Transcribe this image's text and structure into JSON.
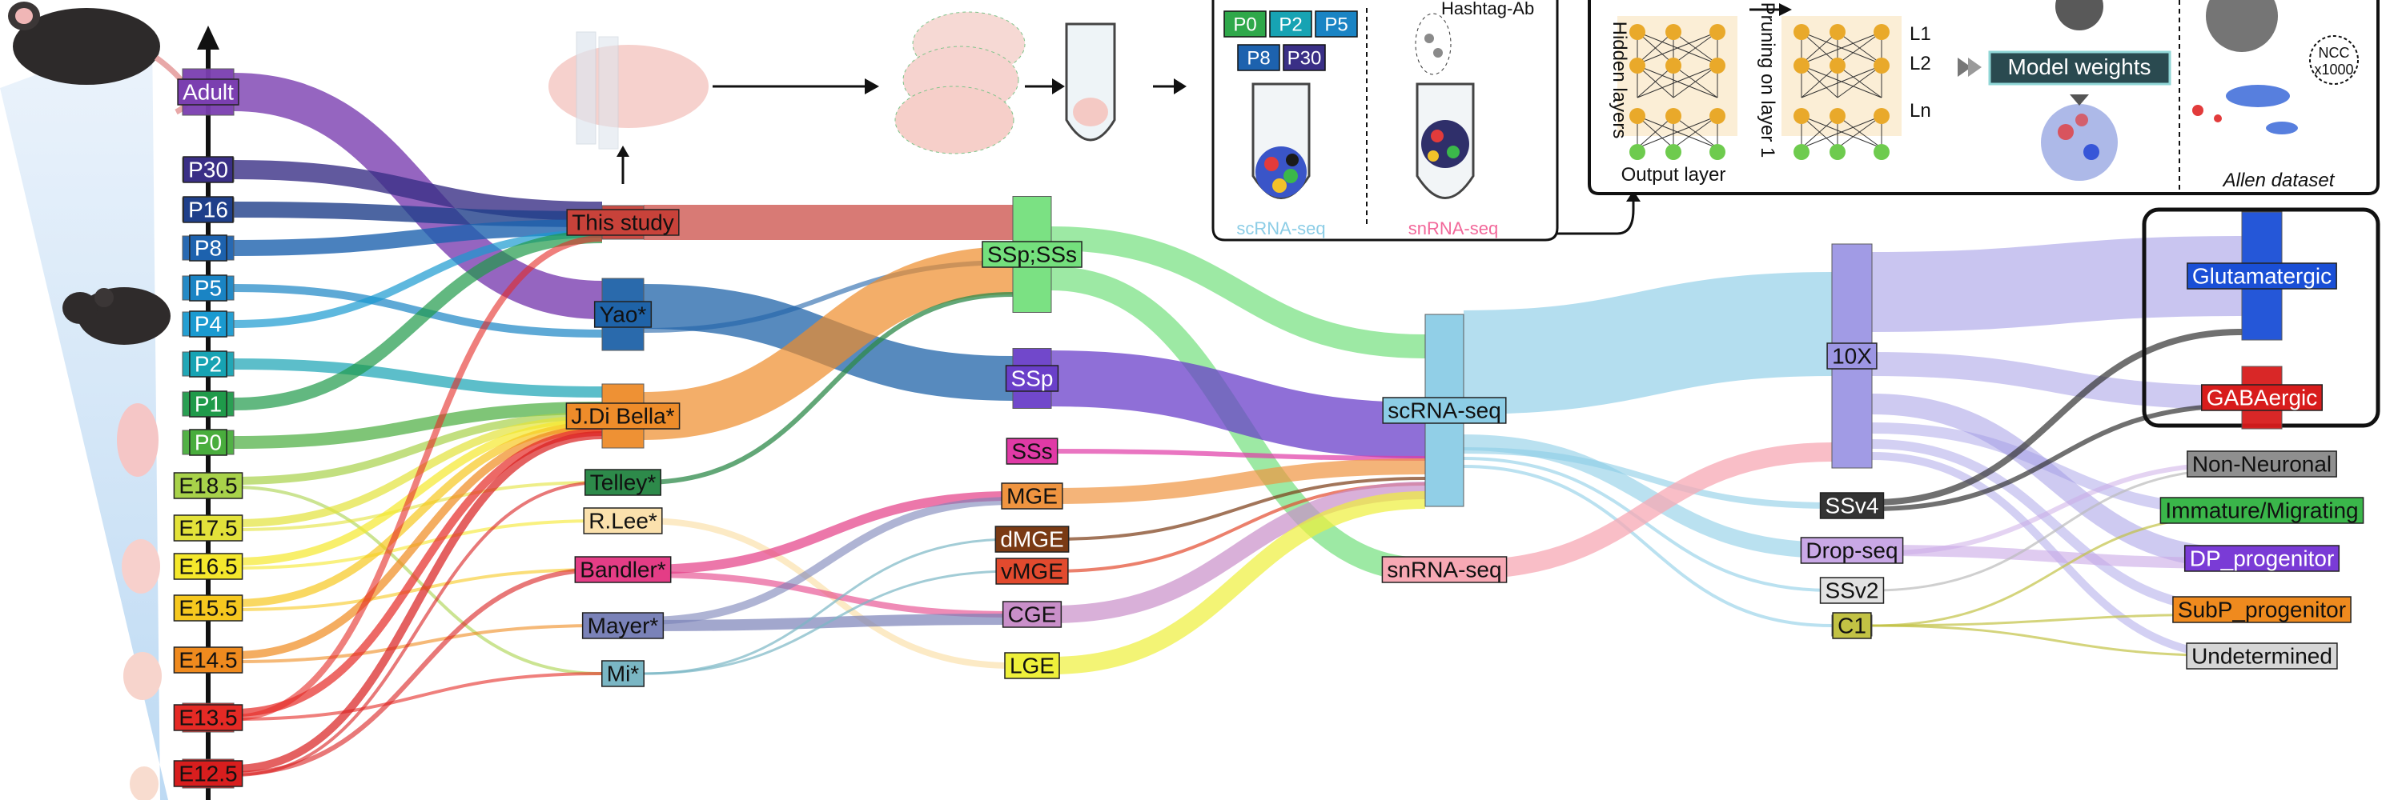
{
  "ages": [
    {
      "label": "Adult",
      "color": "#7b3fb0",
      "text": "#ffffff"
    },
    {
      "label": "P30",
      "color": "#3a2f86",
      "text": "#ffffff"
    },
    {
      "label": "P16",
      "color": "#1f3f8a",
      "text": "#ffffff"
    },
    {
      "label": "P8",
      "color": "#1d62ae",
      "text": "#ffffff"
    },
    {
      "label": "P5",
      "color": "#1a84c4",
      "text": "#ffffff"
    },
    {
      "label": "P4",
      "color": "#1a9ad0",
      "text": "#ffffff"
    },
    {
      "label": "P2",
      "color": "#17a3b3",
      "text": "#ffffff"
    },
    {
      "label": "P1",
      "color": "#1f9a4a",
      "text": "#ffffff"
    },
    {
      "label": "P0",
      "color": "#49ad3d",
      "text": "#ffffff"
    },
    {
      "label": "E18.5",
      "color": "#a8d24a",
      "text": "#111111"
    },
    {
      "label": "E17.5",
      "color": "#e3e23a",
      "text": "#111111"
    },
    {
      "label": "E16.5",
      "color": "#f5e82c",
      "text": "#111111"
    },
    {
      "label": "E15.5",
      "color": "#f6c81f",
      "text": "#111111"
    },
    {
      "label": "E14.5",
      "color": "#ef8a1e",
      "text": "#111111"
    },
    {
      "label": "E13.5",
      "color": "#e52a25",
      "text": "#111111"
    },
    {
      "label": "E12.5",
      "color": "#d81e1e",
      "text": "#111111"
    }
  ],
  "studies": [
    {
      "label": "This study",
      "color": "#c8423a",
      "text": "#111111"
    },
    {
      "label": "Yao*",
      "color": "#1f63a8",
      "text": "#111111"
    },
    {
      "label": "J.Di Bella*",
      "color": "#ee8c2a",
      "text": "#111111"
    },
    {
      "label": "Telley*",
      "color": "#2d8a4a",
      "text": "#111111"
    },
    {
      "label": "R.Lee*",
      "color": "#fbe1ad",
      "text": "#111111"
    },
    {
      "label": "Bandler*",
      "color": "#e43d86",
      "text": "#111111"
    },
    {
      "label": "Mayer*",
      "color": "#7a82b8",
      "text": "#111111"
    },
    {
      "label": "Mi*",
      "color": "#7ab6c4",
      "text": "#111111"
    }
  ],
  "regions": [
    {
      "label": "SSp;SSs",
      "color": "#74e07d",
      "text": "#111111"
    },
    {
      "label": "SSp",
      "color": "#6a3fc9",
      "text": "#ffffff"
    },
    {
      "label": "SSs",
      "color": "#e03aa6",
      "text": "#111111"
    },
    {
      "label": "MGE",
      "color": "#ef9440",
      "text": "#111111"
    },
    {
      "label": "dMGE",
      "color": "#7a3a14",
      "text": "#ffffff"
    },
    {
      "label": "vMGE",
      "color": "#e24a2e",
      "text": "#111111"
    },
    {
      "label": "CGE",
      "color": "#c98fc9",
      "text": "#111111"
    },
    {
      "label": "LGE",
      "color": "#eef03a",
      "text": "#111111"
    }
  ],
  "assays": [
    {
      "label": "scRNA-seq",
      "color": "#8ccde6",
      "text": "#111111"
    },
    {
      "label": "snRNA-seq",
      "color": "#f7a8b4",
      "text": "#111111"
    }
  ],
  "platforms": [
    {
      "label": "10X",
      "color": "#9d96e4",
      "text": "#111111"
    },
    {
      "label": "SSv4",
      "color": "#333333",
      "text": "#ffffff"
    },
    {
      "label": "Drop-seq",
      "color": "#c9a8e6",
      "text": "#111111"
    },
    {
      "label": "SSv2",
      "color": "#e2e2e2",
      "text": "#111111"
    },
    {
      "label": "C1",
      "color": "#c2c244",
      "text": "#111111"
    }
  ],
  "classes": [
    {
      "label": "Glutamatergic",
      "color": "#1a4fd6",
      "text": "#ffffff"
    },
    {
      "label": "GABAergic",
      "color": "#d81c1c",
      "text": "#ffffff"
    },
    {
      "label": "Non-Neuronal",
      "color": "#8f8f8f",
      "text": "#111111"
    },
    {
      "label": "Immature/Migrating",
      "color": "#3ab64a",
      "text": "#111111"
    },
    {
      "label": "DP_progenitor",
      "color": "#7a3bd6",
      "text": "#ffffff"
    },
    {
      "label": "SubP_progenitor",
      "color": "#ef8a1e",
      "text": "#111111"
    },
    {
      "label": "Undetermined",
      "color": "#d6d6d6",
      "text": "#111111"
    }
  ],
  "inset_left": {
    "sample_tags": [
      "P0",
      "P2",
      "P5",
      "P8",
      "P30"
    ],
    "hashtag_label": "Hashtag-Ab",
    "scrna_label": "scRNA-seq",
    "snrna_label": "snRNA-seq"
  },
  "inset_right": {
    "hidden_layers": "Hidden layers",
    "output_layer": "Output layer",
    "pruning_label": "Pruning on layer 1",
    "layer_labels": [
      "L1",
      "L2",
      "Ln"
    ],
    "model_weights": "Model weights",
    "allen_dataset": "Allen dataset",
    "ncc_line1": "NCC",
    "ncc_line2": "x1000"
  },
  "colors": {
    "axis": "#111111",
    "age_gradient_top": "#eaf2fb",
    "age_gradient_bottom": "#b6d6f2",
    "mouse": "#3b3b3b",
    "embryo": "#f5c6c6"
  },
  "icons": [
    "adult-mouse-icon",
    "juvenile-mouse-icon",
    "embryo-icon",
    "brain-icon",
    "brain-slices-icon",
    "tube-icon",
    "neural-network-icon",
    "umap-cluster-icon"
  ]
}
